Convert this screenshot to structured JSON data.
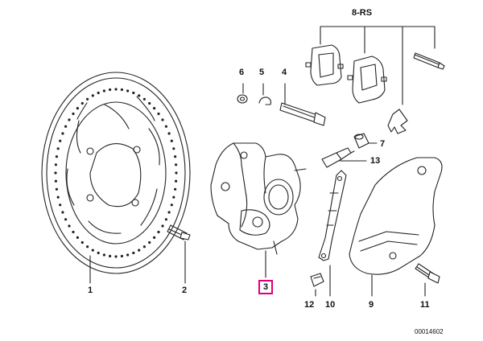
{
  "diagram": {
    "group_label": "8-RS",
    "callouts": {
      "c1": "1",
      "c2": "2",
      "c3": "3",
      "c4": "4",
      "c5": "5",
      "c6": "6",
      "c7": "7",
      "c9": "9",
      "c10": "10",
      "c11": "11",
      "c12": "12",
      "c13": "13"
    },
    "highlight_color": "#e0007a",
    "footer_code": "00014602"
  }
}
